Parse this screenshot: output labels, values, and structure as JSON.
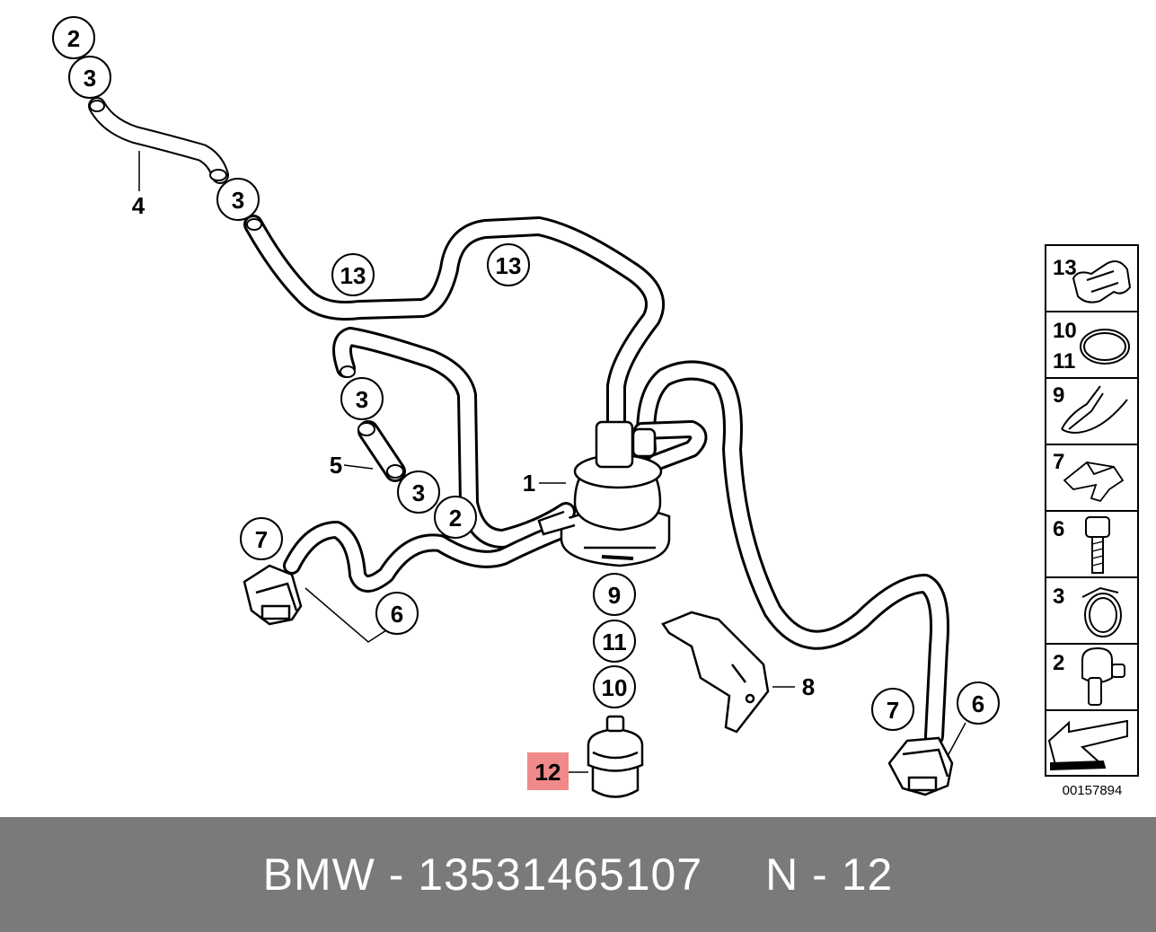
{
  "callouts": {
    "c2a": "2",
    "c3a": "3",
    "c3b": "3",
    "c13a": "13",
    "c13b": "13",
    "c3c": "3",
    "c3d": "3",
    "c2b": "2",
    "c7a": "7",
    "c6a": "6",
    "c9": "9",
    "c11": "11",
    "c10": "10",
    "c7b": "7",
    "c6b": "6"
  },
  "labels": {
    "l4": "4",
    "l5": "5",
    "l1": "1",
    "l8": "8",
    "l12": "12"
  },
  "highlight_color": "#f08a8a",
  "legend": {
    "items": [
      {
        "top": "13",
        "bottom": "",
        "icon": "hose-clip-icon"
      },
      {
        "top": "10",
        "bottom": "11",
        "icon": "o-ring-icon"
      },
      {
        "top": "9",
        "bottom": "",
        "icon": "gasket-icon"
      },
      {
        "top": "7",
        "bottom": "",
        "icon": "retaining-clip-icon"
      },
      {
        "top": "6",
        "bottom": "",
        "icon": "bolt-icon"
      },
      {
        "top": "3",
        "bottom": "",
        "icon": "hose-clamp-icon"
      },
      {
        "top": "2",
        "bottom": "",
        "icon": "elbow-connector-icon"
      },
      {
        "top": "",
        "bottom": "",
        "icon": "arrow-icon"
      }
    ],
    "diagram_number": "00157894"
  },
  "footer": {
    "part": "BMW - 13531465107",
    "position": "N - 12"
  }
}
